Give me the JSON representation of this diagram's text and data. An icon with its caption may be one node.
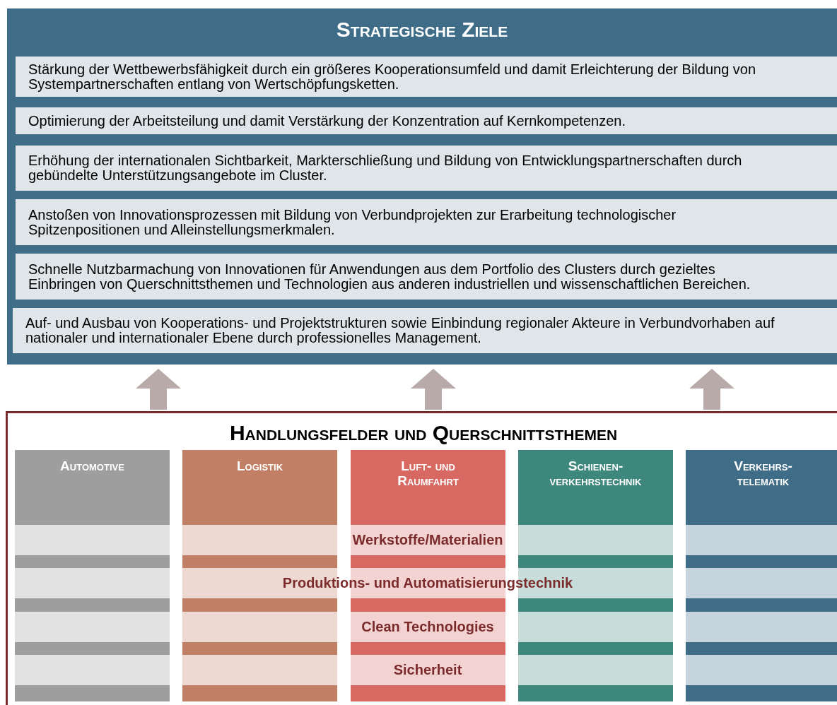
{
  "diagram": {
    "nodes": [
      {
        "text": [
          "Strategische Ziele"
        ]
      },
      {
        "text": [
          "Stärkung der Wettbewerbsfähigkeit durch ein größeres Kooperationsumfeld und damit Erleichterung der Bildung von Systempartnerschaften entlang von Wertschöpfungsketten."
        ],
        "in": 0
      },
      {
        "text": [
          "Optimierung der Arbeitsteilung und damit Verstärkung der Konzentration auf Kernkompetenzen."
        ],
        "in": 0
      },
      {
        "text": [
          "Erhöhung der internationalen Sichtbarkeit, Markterschließung und Bildung von Entwicklungspartnerschaften durch gebündelte Unterstützungsangebote im Cluster."
        ],
        "in": 0
      },
      {
        "text": [
          "Anstoßen von Innovationsprozessen mit Bildung von Verbundprojekten zur Erarbeitung technologischer Spitzenpositionen und Alleinstellungsmerkmalen."
        ],
        "in": 0
      },
      {
        "text": [
          "Schnelle Nutzbarmachung von Innovationen für Anwendungen aus dem Portfolio des Clusters durch gezieltes Einbringen von Querschnittsthemen und Technologien aus anderen industriellen und wissenschaftlichen Bereichen."
        ],
        "in": 0
      },
      {
        "text": [
          "Auf- und Ausbau von Kooperations- und Projektstrukturen sowie Einbindung regionaler Akteure in Verbundvorhaben auf nationaler und internationaler Ebene durch professionelles Management."
        ],
        "in": 0
      },
      {
        "text": [
          "Handlungsfelder und Querschnittsthemen"
        ]
      },
      {
        "text": [
          "Automotive"
        ],
        "in": 7
      },
      {
        "text": [
          "Logistik"
        ],
        "in": 7
      },
      {
        "text": [
          "Luft- und Raumfahrt"
        ],
        "in": 7
      },
      {
        "text": [
          "Schienen- verkehrstechnik"
        ],
        "in": 7
      },
      {
        "text": [
          "Verkehrs- telematik"
        ],
        "in": 7
      },
      {
        "text": [],
        "shape": "bar",
        "in": 8
      },
      {
        "text": [],
        "shape": "bar",
        "in": 8
      },
      {
        "text": [],
        "shape": "bar",
        "in": 8
      },
      {
        "text": [],
        "shape": "bar",
        "in": 8
      },
      {
        "text": [],
        "shape": "bar",
        "in": 9
      },
      {
        "text": [],
        "shape": "bar",
        "in": 9
      },
      {
        "text": [],
        "shape": "bar",
        "in": 9
      },
      {
        "text": [],
        "shape": "bar",
        "in": 9
      },
      {
        "text": [],
        "shape": "bar",
        "in": 10
      },
      {
        "text": [],
        "shape": "bar",
        "in": 10
      },
      {
        "text": [],
        "shape": "bar",
        "in": 10
      },
      {
        "text": [],
        "shape": "bar",
        "in": 10
      },
      {
        "text": [],
        "shape": "bar",
        "in": 11
      },
      {
        "text": [],
        "shape": "bar",
        "in": 11
      },
      {
        "text": [],
        "shape": "bar",
        "in": 11
      },
      {
        "text": [],
        "shape": "bar",
        "in": 11
      },
      {
        "text": [],
        "shape": "bar",
        "in": 12
      },
      {
        "text": [],
        "shape": "bar",
        "in": 12
      },
      {
        "text": [],
        "shape": "bar",
        "in": 12
      },
      {
        "text": [],
        "shape": "bar",
        "in": 12
      }
    ],
    "edges": [
      {
        "from": 7,
        "to": 0,
        "arrow": "to",
        "style": "thick"
      },
      {
        "from": 7,
        "to": 0,
        "arrow": "to",
        "style": "thick"
      },
      {
        "from": 7,
        "to": 0,
        "arrow": "to",
        "style": "thick"
      }
    ],
    "labels": [
      "Werkstoffe/Materialien",
      "Produktions- und Automatisierungstechnik",
      "Clean Technologies",
      "Sicherheit"
    ]
  }
}
